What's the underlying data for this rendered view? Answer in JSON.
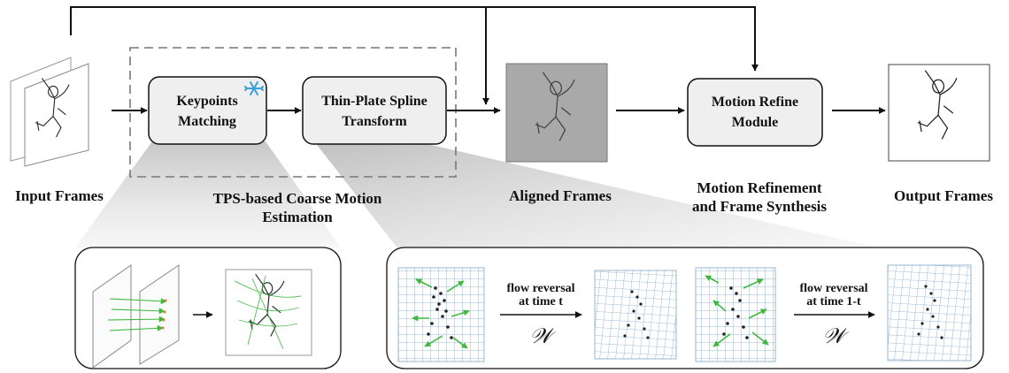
{
  "boxes": {
    "keypoints": [
      "Keypoints",
      "Matching"
    ],
    "tps": [
      "Thin-Plate Spline",
      "Transform"
    ],
    "motion_refine": [
      "Motion Refine",
      "Module"
    ]
  },
  "captions": {
    "input": "Input Frames",
    "coarse": [
      "TPS-based Coarse Motion",
      "Estimation"
    ],
    "aligned": "Aligned Frames",
    "refinement": [
      "Motion Refinement",
      "and Frame Synthesis"
    ],
    "output": "Output Frames"
  },
  "flow_reversal": {
    "first": [
      "flow reversal",
      "at time t"
    ],
    "second": [
      "flow reversal",
      "at time 1-t"
    ],
    "operator_symbol": "𝒲"
  },
  "icons": {
    "frozen": "snowflake-icon"
  },
  "colors": {
    "box_fill": "#efefef",
    "box_stroke": "#111111",
    "aligned_frame_bg": "#a9a9a9",
    "grid_line": "#7fa6c6",
    "motion_arrow": "#3fb83f",
    "snowflake": "#3aa0d6",
    "dashed_border": "#777777"
  }
}
